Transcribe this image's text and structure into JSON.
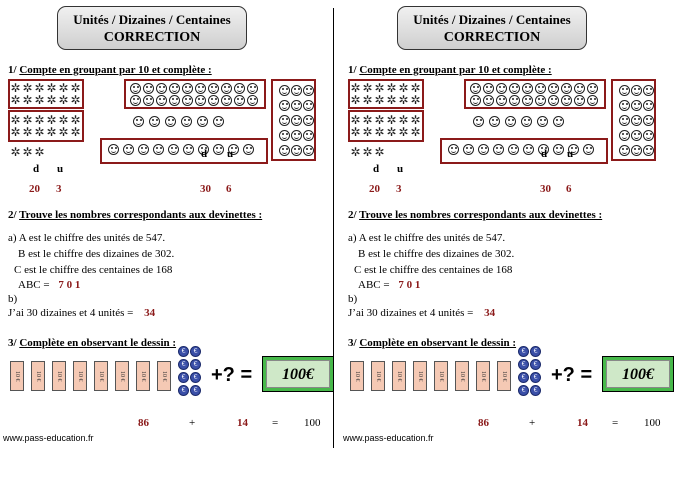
{
  "header": {
    "title_line1": "Unités / Dizaines / Centaines",
    "title_line2": "CORRECTION"
  },
  "section1": {
    "num": "1/",
    "title": "Compte en groupant par 10 et complète :",
    "group_a": {
      "d_label": "d",
      "u_label": "u",
      "d_value": "20",
      "u_value": "3"
    },
    "group_b": {
      "d_label": "d",
      "u_label": "u",
      "d_value": "30",
      "u_value": "6"
    }
  },
  "section2": {
    "num": "2/",
    "title": "Trouve les nombres correspondants aux devinettes :",
    "a_line1": "a) A est le chiffre des unités de 547.",
    "a_line2": "B est le chiffre des dizaines de 302.",
    "a_line3": "C est le chiffre des centaines de 168",
    "abc_label": "ABC =",
    "abc_value": "7 0 1",
    "b_label": "b)",
    "b_line": "J’ai 30 dizaines et 4 unités =",
    "b_value": "34"
  },
  "section3": {
    "num": "3/",
    "title": "Complète en observant le dessin :",
    "bill_text": "10 €",
    "coin_text": "€",
    "plus_question": "+? =",
    "money_label": "100€",
    "eq_left": "86",
    "eq_plus": "+",
    "eq_mid": "14",
    "eq_equals": "=",
    "eq_result": "100"
  },
  "footer": {
    "site": "www.pass-education.fr"
  }
}
